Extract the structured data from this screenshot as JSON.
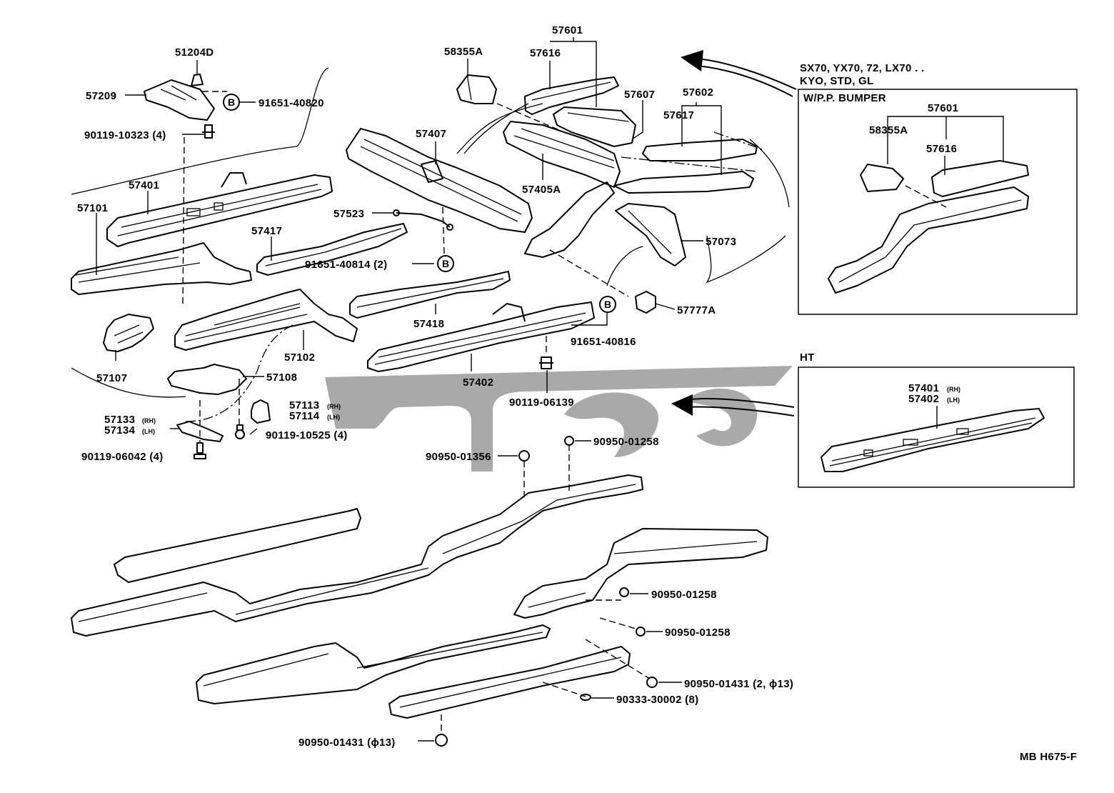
{
  "diagram": {
    "sheet_code": "MB H675-F",
    "fastener_symbol": "B",
    "labels": {
      "p51204D": "51204D",
      "p57209": "57209",
      "p91651_40820": "91651-40820",
      "p90119_10323": "90119-10323 (4)",
      "p57401": "57401",
      "p57101": "57101",
      "p57417": "57417",
      "p57107": "57107",
      "p57102": "57102",
      "p57108": "57108",
      "p57113": "57113",
      "p57114": "57114",
      "p57133": "57133",
      "p57134": "57134",
      "p90119_10525": "90119-10525 (4)",
      "p90119_06042": "90119-06042 (4)",
      "p58355A": "58355A",
      "p57601": "57601",
      "p57616": "57616",
      "p57407": "57407",
      "p57607": "57607",
      "p57602": "57602",
      "p57617": "57617",
      "p57405A": "57405A",
      "p57523": "57523",
      "p91651_40814": "91651-40814 (2)",
      "p57073": "57073",
      "p57418": "57418",
      "p57777A": "57777A",
      "p91651_40816": "91651-40816",
      "p57402": "57402",
      "p90119_06139": "90119-06139",
      "p90950_01258a": "90950-01258",
      "p90950_01356": "90950-01356",
      "p90950_01258b": "90950-01258",
      "p90950_01258c": "90950-01258",
      "p90950_01431_2": "90950-01431 (2, ϕ13)",
      "p90333_30002": "90333-30002 (8)",
      "p90950_01431": "90950-01431 (ϕ13)"
    },
    "side_notes": {
      "RH": "(RH)",
      "LH": "(LH)"
    },
    "inset_top": {
      "models_line1": "SX70, YX70, 72, LX70 . .",
      "models_line2": "KYO, STD, GL",
      "condition": "W/P.P. BUMPER",
      "p57601": "57601",
      "p58355A": "58355A",
      "p57616": "57616"
    },
    "inset_bottom": {
      "heading": "HT",
      "p57401": "57401",
      "p57402": "57402"
    }
  }
}
